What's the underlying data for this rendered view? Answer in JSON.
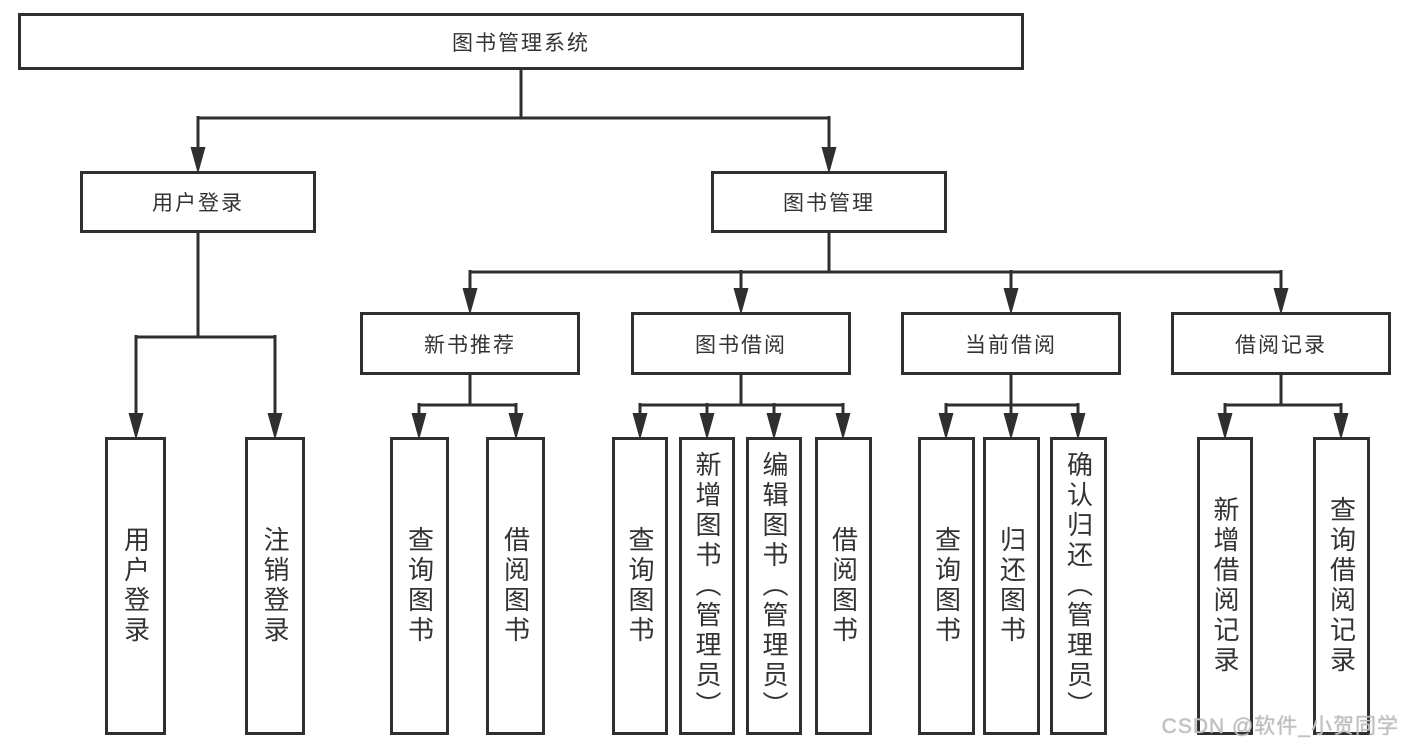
{
  "tree": {
    "root": "图书管理系统",
    "children": [
      {
        "label": "用户登录",
        "children": [
          "用户登录",
          "注销登录"
        ]
      },
      {
        "label": "图书管理",
        "children": [
          {
            "label": "新书推荐",
            "children": [
              "查询图书",
              "借阅图书"
            ]
          },
          {
            "label": "图书借阅",
            "children": [
              "查询图书",
              "新增图书（管理员）",
              "编辑图书（管理员）",
              "借阅图书"
            ]
          },
          {
            "label": "当前借阅",
            "children": [
              "查询图书",
              "归还图书",
              "确认归还（管理员）"
            ]
          },
          {
            "label": "借阅记录",
            "children": [
              "新增借阅记录",
              "查询借阅记录"
            ]
          }
        ]
      }
    ]
  },
  "watermark": {
    "text": "CSDN @软件_小贺同学"
  },
  "colors": {
    "line": "#2f2f2f",
    "border": "#2f2f2f",
    "text": "#333333",
    "watermark": "#c0c0c0",
    "background": "#ffffff"
  }
}
